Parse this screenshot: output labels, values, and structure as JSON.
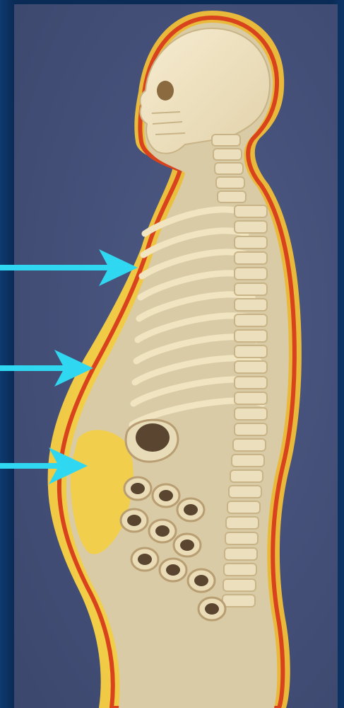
{
  "figure": {
    "subject": "",
    "colors": {
      "background_outer": "#0a2b55",
      "background_panel": "#45517a",
      "fat_layer": "#f5d24a",
      "muscle_outline": "#d8431e",
      "bone": "#efe3c3",
      "tissue": "#d9cba6",
      "arrow": "#2fd8f0"
    },
    "arrows": [
      {
        "id": "arrow-chest",
        "icon": "arrow-right-icon"
      },
      {
        "id": "arrow-abdomen-wall",
        "icon": "arrow-right-icon"
      },
      {
        "id": "arrow-belly-fat",
        "icon": "arrow-right-icon"
      }
    ]
  }
}
